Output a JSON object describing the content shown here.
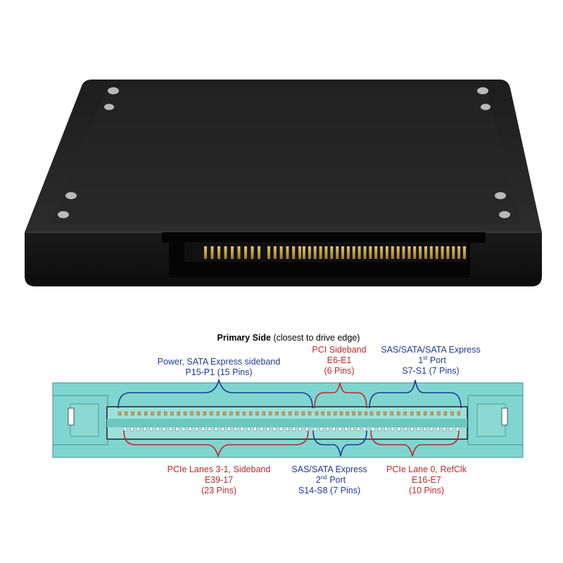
{
  "diagram": {
    "title_bold": "Primary Side",
    "title_rest": " (closest to drive edge)",
    "top_left": {
      "line1": "Power, SATA Express sideband",
      "line2": "P15-P1 (15 Pins)"
    },
    "top_center": {
      "line1": "PCI Sideband",
      "line2": "E6-E1",
      "line3": "(6 Pins)"
    },
    "top_right": {
      "line1": "SAS/SATA/SATA Express",
      "line2_main": "1",
      "line2_sup": "st",
      "line2_rest": " Port",
      "line3": "S7-S1 (7 Pins)"
    },
    "bottom_left": {
      "line1": "PCIe Lanes 3-1, Sideband",
      "line2": "E39-17",
      "line3": "(23 Pins)"
    },
    "bottom_center": {
      "line1": "SAS/SATA Express",
      "line2_main": "2",
      "line2_sup": "nd",
      "line2_rest": " Port",
      "line3": "S14-S8 (7 Pins)"
    },
    "bottom_right": {
      "line1": "PCIe Lane 0, RefClk",
      "line2": "E16-E7",
      "line3": "(10 Pins)"
    },
    "colors": {
      "blue": "#1f3a93",
      "red": "#c0282b",
      "connector_teal": "#7fd6d0"
    }
  }
}
